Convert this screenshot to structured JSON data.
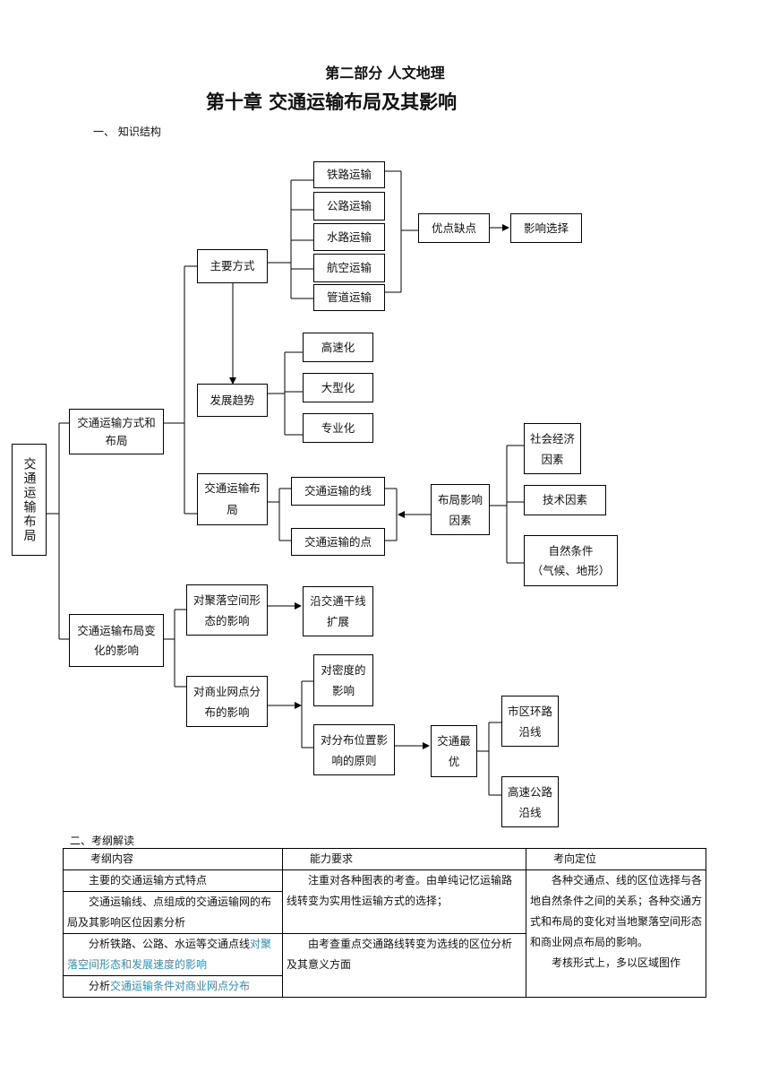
{
  "header": {
    "part_title": "第二部分    人文地理",
    "chapter_title": "第十章    交通运输布局及其影响"
  },
  "section1": {
    "title": "一、 知识结构"
  },
  "diagram": {
    "root": "交通运输布局",
    "modes_layout": "交通运输方式和布局",
    "change_impact": "交通运输布局变化的影响",
    "main_modes": "主要方式",
    "rail": "铁路运输",
    "road": "公路运输",
    "water": "水路运输",
    "air": "航空运输",
    "pipe": "管道运输",
    "pros_cons": "优点缺点",
    "impact_choice": "影响选择",
    "trend": "发展趋势",
    "high_speed": "高速化",
    "large_scale": "大型化",
    "specialized": "专业化",
    "layout": "交通运输布局",
    "line": "交通运输的线",
    "point": "交通运输的点",
    "layout_factors": "布局影响因素",
    "social_econ": "社会经济因素",
    "tech": "技术因素",
    "natural": "自然条件",
    "natural_note": "（气候、地形）",
    "settlement": "对聚落空间形态的影响",
    "along_trunk": "沿交通干线扩展",
    "commercial": "对商业网点分布的影响",
    "density": "对密度的影响",
    "location_principle": "对分布位置影响的原则",
    "traffic_best": "交通最优",
    "ring_road": "市区环路沿线",
    "highway": "高速公路沿线"
  },
  "section2": {
    "title": "二、考纲解读"
  },
  "table": {
    "headers": [
      "考纲内容",
      "能力要求",
      "考向定位"
    ],
    "c1r1": "主要的交通运输方式特点",
    "c1r2": "交通运输线、点组成的交通运输网的布局及其影响区位因素分析",
    "c1r3_a": "分析铁路、公路、水运等交通点线",
    "c1r3_b": "对聚落空间形态和发展速度的影响",
    "c1r4_a": "分析",
    "c1r4_b": "交通运输条件对商业网点分布",
    "c2a": "注重对各种图表的考查。由单纯记忆运输路线转变为实用性运输方式的选择；",
    "c2b": "由考查重点交通路线转变为选线的区位分析及其意义方面",
    "c3a": "各种交通点、线的区位选择与各地自然条件之间的关系；各种交通方式和布局的变化对当地聚落空间形态和商业网点布局的影响。",
    "c3b": "考核形式上，多以区域图作"
  }
}
